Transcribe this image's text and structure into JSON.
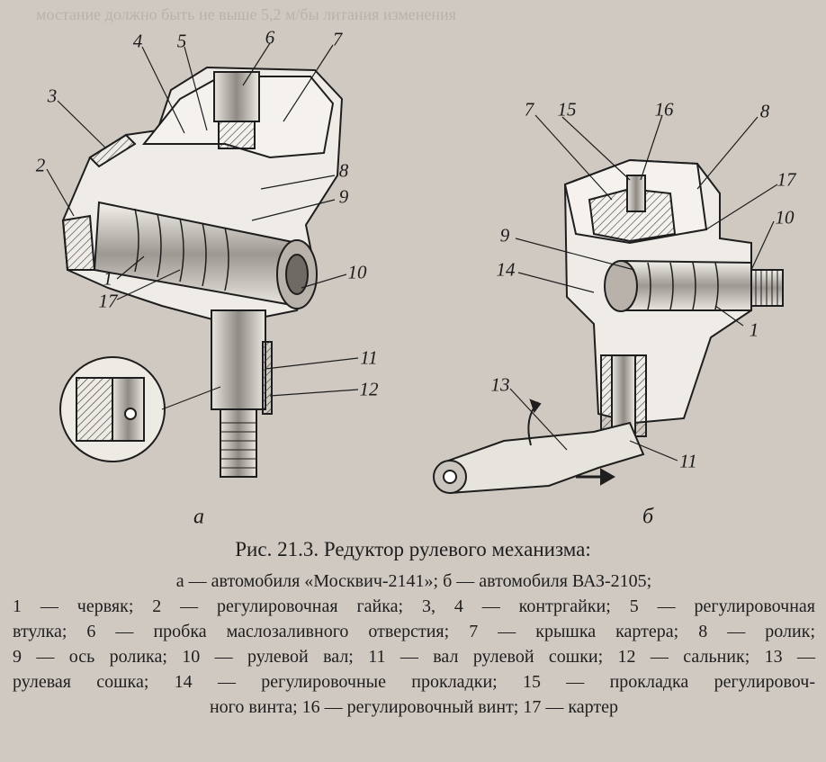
{
  "figure": {
    "title": "Рис. 21.3. Редуктор рулевого механизма:",
    "panels": {
      "a": "а",
      "b": "б"
    },
    "callouts_a": [
      "4",
      "5",
      "6",
      "7",
      "3",
      "2",
      "8",
      "9",
      "1",
      "17",
      "10",
      "11",
      "12"
    ],
    "callouts_b": [
      "7",
      "15",
      "16",
      "8",
      "17",
      "10",
      "9",
      "14",
      "1",
      "13",
      "11"
    ]
  },
  "caption": {
    "line1": "а — автомобиля «Москвич-2141»; б — автомобиля ВАЗ-2105;",
    "line2": "1 — червяк; 2 — регулировочная гайка; 3, 4 — контргайки; 5 — регулировочная",
    "line3": "втулка; 6 — пробка маслозаливного отверстия; 7 — крышка картера; 8 — ролик;",
    "line4": "9 — ось ролика; 10 — рулевой вал; 11 — вал рулевой сошки; 12 — сальник; 13 —",
    "line5": "рулевая сошка; 14 — регулировочные прокладки; 15 — прокладка регулировоч-",
    "line6": "ного винта; 16 — регулировочный винт; 17 — картер"
  },
  "colors": {
    "paper": "#cfc9c1",
    "ink": "#222222"
  }
}
